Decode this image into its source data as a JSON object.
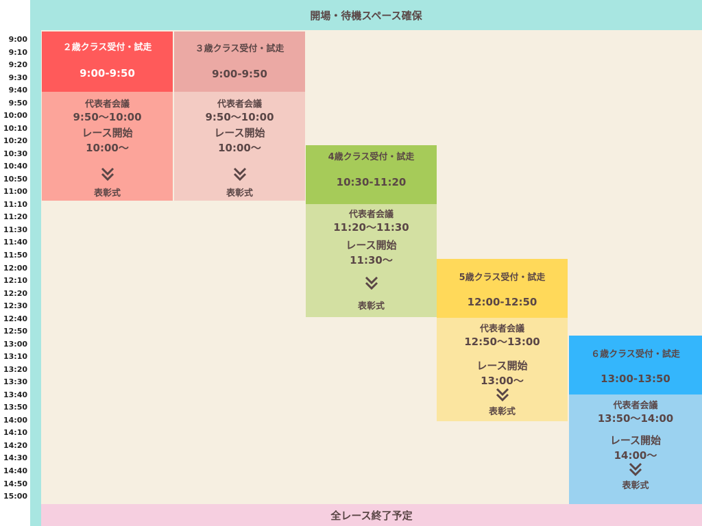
{
  "top_banner": "開場・待機スペース確保",
  "bottom_banner": "全レース終了予定",
  "times": [
    "9:00",
    "9:10",
    "9:20",
    "9:30",
    "9:40",
    "9:50",
    "10:00",
    "10:10",
    "10:20",
    "10:30",
    "10:40",
    "10:50",
    "11:00",
    "11:10",
    "11:20",
    "11:30",
    "11:40",
    "11:50",
    "12:00",
    "12:10",
    "12:20",
    "12:30",
    "12:40",
    "12:50",
    "13:00",
    "13:10",
    "13:20",
    "13:30",
    "13:40",
    "13:50",
    "14:00",
    "14:10",
    "14:20",
    "14:30",
    "14:40",
    "14:50",
    "15:00"
  ],
  "blocks": [
    {
      "title": "２歳クラス受付・試走",
      "time": "9:00-9:50",
      "meeting_label": "代表者会議",
      "meeting_time": "9:50〜10:00",
      "race_label": "レース開始",
      "race_time": "10:00〜",
      "award": "表彰式",
      "header_color": "#ff5a5a",
      "body_color": "#fca49a",
      "header_text": "#ffffff"
    },
    {
      "title": "３歳クラス受付・試走",
      "time": "9:00-9:50",
      "meeting_label": "代表者会議",
      "meeting_time": "9:50〜10:00",
      "race_label": "レース開始",
      "race_time": "10:00〜",
      "award": "表彰式",
      "header_color": "#eba9a4",
      "body_color": "#f3cbc3",
      "header_text": "#5a4646"
    },
    {
      "title": "4歳クラス受付・試走",
      "time": "10:30-11:20",
      "meeting_label": "代表者会議",
      "meeting_time": "11:20〜11:30",
      "race_label": "レース開始",
      "race_time": "11:30〜",
      "award": "表彰式",
      "header_color": "#a6cb59",
      "body_color": "#d3e0a2",
      "header_text": "#5a4646"
    },
    {
      "title": "5歳クラス受付・試走",
      "time": "12:00-12:50",
      "meeting_label": "代表者会議",
      "meeting_time": "12:50〜13:00",
      "race_label": "レース開始",
      "race_time": "13:00〜",
      "award": "表彰式",
      "header_color": "#ffd95a",
      "body_color": "#fbe5a0",
      "header_text": "#5a4646"
    },
    {
      "title": "６歳クラス受付・試走",
      "time": "13:00-13:50",
      "meeting_label": "代表者会議",
      "meeting_time": "13:50〜14:00",
      "race_label": "レース開始",
      "race_time": "14:00〜",
      "award": "表彰式",
      "header_color": "#34b6fc",
      "body_color": "#9bd2f0",
      "header_text": "#5a4646"
    }
  ]
}
